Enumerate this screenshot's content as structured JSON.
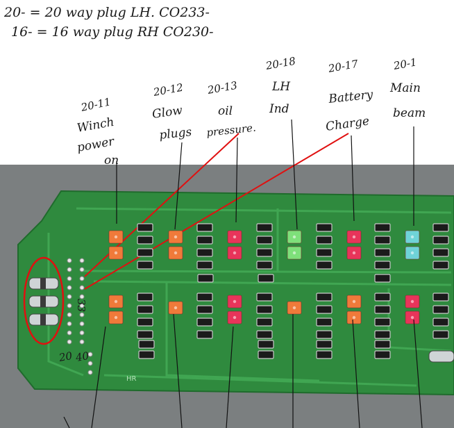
{
  "header_notes": {
    "line1": "20-  = 20 way plug LH.  CO233-",
    "line2": "16-  = 16 way plug RH  CO230-"
  },
  "labels": [
    {
      "code": "20-11",
      "text1": "Winch",
      "text2": "power",
      "text3": "on"
    },
    {
      "code": "20-12",
      "text1": "Glow",
      "text2": "plugs"
    },
    {
      "code": "20-13",
      "text1": "oil",
      "text2": "pressure."
    },
    {
      "code": "20-18",
      "text1": "LH",
      "text2": "Ind"
    },
    {
      "code": "20-17",
      "text1": "Battery",
      "text2": "Charge"
    },
    {
      "code": "20-1",
      "text1": "Main",
      "text2": "beam"
    }
  ],
  "board_marks": {
    "connector_num_a": "20",
    "connector_num_b": "40",
    "side_num": "33",
    "silk": "HR"
  },
  "colors": {
    "pcb": "#2f8a3e",
    "pcb_edge": "#1f6b2c",
    "trace": "#3ea24f",
    "orange_led": "#f07a3a",
    "red_led": "#e8345a",
    "green_led": "#7ee07a",
    "cyan_led": "#6fd3d8",
    "annotation": "#e01010"
  }
}
